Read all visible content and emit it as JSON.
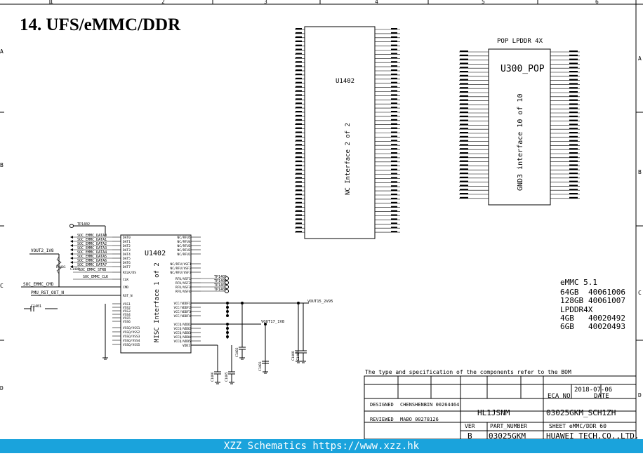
{
  "header": {
    "title": "14. UFS/eMMC/DDR"
  },
  "ruler": {
    "top": [
      "1",
      "2",
      "3",
      "4",
      "5",
      "6"
    ],
    "side": [
      "A",
      "B",
      "C",
      "D"
    ]
  },
  "u1402_nc": {
    "refdes": "U1402",
    "part_label": "NC Interface 2 of 2"
  },
  "u300": {
    "title": "POP LPDDR 4X",
    "refdes": "U300_POP",
    "part_label": "GND3 interface 10 of 10"
  },
  "u1402_misc": {
    "refdes": "U1402",
    "part_label": "MISC Interface 1 of 2",
    "left_pins": [
      "DAT0",
      "DAT1",
      "DAT2",
      "DAT3",
      "DAT4",
      "DAT5",
      "DAT6",
      "DAT7",
      "RCLK/DS",
      "CLK",
      "CMD",
      "RST_N",
      "VSS1",
      "VSS2",
      "VSS3",
      "VSS4",
      "VSS5",
      "VSS6",
      "VSSQ/VSS1",
      "VSSQ/VSS2",
      "VSSQ/VSS3",
      "VSSQ/VSS4",
      "VSSQ/VSS5"
    ],
    "right_pins": [
      "NC/RFU5",
      "NC/RFU4",
      "NC/RFU3",
      "NC/RFU2",
      "NC/RFU1",
      "NC/RFU/VSF1",
      "NC/RFU/VSF2",
      "NC/RFU/VSF3",
      "RFU/VSF1",
      "RFU/VSF2",
      "RFU/VSF3",
      "RFU/VSF4",
      "VCC/VDDF1",
      "VCC/VDDF2",
      "VCC/VDDF3",
      "VCC/VDDF4",
      "VCCQ/VDD1",
      "VCCQ/VDD2",
      "VCCQ/VDD3",
      "VCCQ/VDD4",
      "VCCQ/VDD5",
      "VDDI"
    ]
  },
  "nets": {
    "tp1402": "TP1402",
    "data_nets": [
      "SOC_EMMC_DATA0",
      "SOC_EMMC_DATA1",
      "SOC_EMMC_DATA2",
      "SOC_EMMC_DATA3",
      "SOC_EMMC_DATA4",
      "SOC_EMMC_DATA5",
      "SOC_EMMC_DATA6",
      "SOC_EMMC_DATA7"
    ],
    "strb": "SOC_EMMC_STRB",
    "clk": "SOC_EMMC_CLK",
    "cmd": "SOC_EMMC_CMD",
    "rst": "PMU_RST_OUT_N",
    "vout2": "VOUT2_1V8",
    "vout15": "VOUT15_2V95",
    "vout17": "VOUT17_1V8",
    "tps": [
      "TP1405",
      "TP1406",
      "TP1403",
      "TP1404"
    ],
    "r1401": "R1401",
    "c1401": "C1401",
    "c1400": "C1400"
  },
  "caps": [
    "C1406",
    "C1405",
    "C1402",
    "C1403",
    "C1408",
    "C1409"
  ],
  "part_table": {
    "emmc_header": "eMMC 5.1",
    "emmc_rows": [
      [
        "64GB",
        "40061006"
      ],
      [
        "128GB",
        "40061007"
      ]
    ],
    "ddr_header": "LPDDR4X",
    "ddr_rows": [
      [
        "4GB",
        "40020492"
      ],
      [
        "6GB",
        "40020493"
      ]
    ]
  },
  "title_block": {
    "note": "The type and specification of the components  refer to the BOM",
    "date": "2018-07-06",
    "eca_no_label": "ECA NO",
    "date_label": "DATE",
    "designed_label": "DESIGNED",
    "designed_by": "CHENSHENBIN 00264464",
    "reviewed_label": "REVIEWED",
    "reviewed_by": "MABO 00278126",
    "project": "HL1JSNM",
    "schematic": "03025GKM_SCH1ZH",
    "ver_label": "VER",
    "part_number_label": "PART_NUMBER",
    "sheet": "SHEET eMMC/DDR  60",
    "ver": "B",
    "part_number": "03025GKM",
    "company": "HUAWEI TECH.CO.,LTD."
  },
  "footer": {
    "text": "XZZ Schematics https://www.xzz.hk"
  }
}
